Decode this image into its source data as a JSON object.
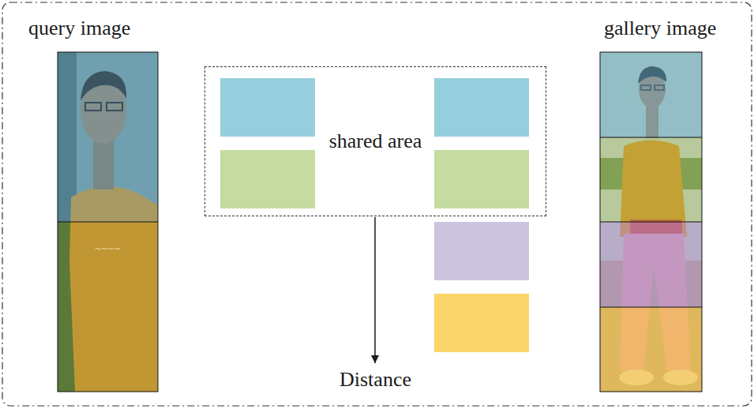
{
  "diagram": {
    "nodes": [
      {
        "text": [
          "query image"
        ]
      },
      {
        "text": [
          "shared area"
        ]
      },
      {
        "text": [
          "gallery image"
        ]
      }
    ],
    "labels": [
      "Distance"
    ]
  }
}
